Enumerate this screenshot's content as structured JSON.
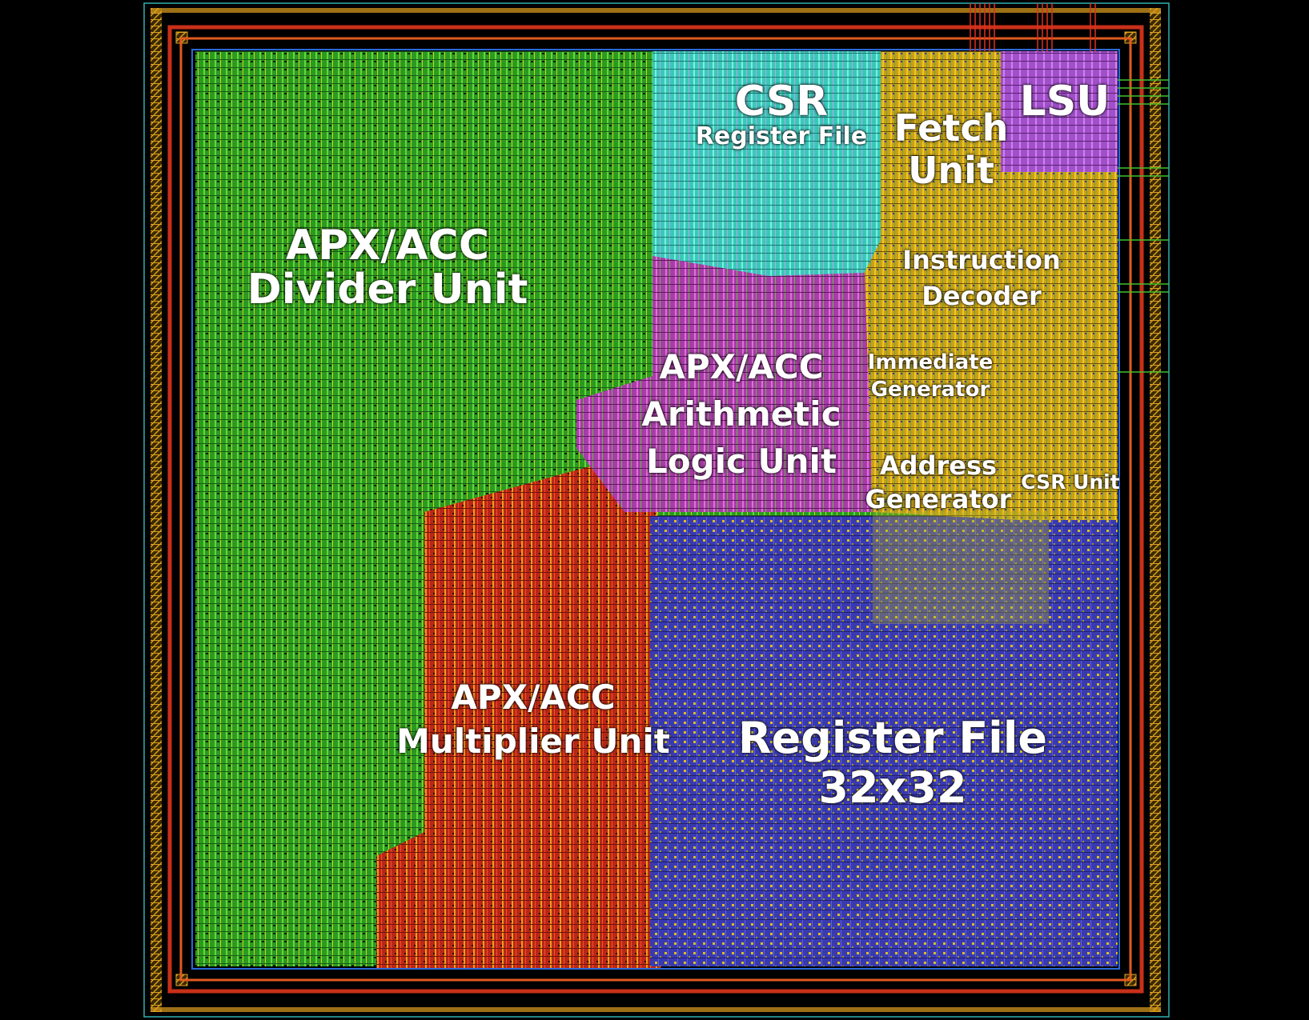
{
  "colors": {
    "background": "#000000",
    "io_ring": "#e0a020",
    "power_ring": "#c83018",
    "divider_unit": "#3cbf2a",
    "multiplier_unit": "#c8321e",
    "register_file": "#3f3fb8",
    "alu": "#b040b0",
    "csr_register_file": "#3fd8c8",
    "fetch_decode": "#d8b018",
    "lsu": "#a850d0"
  },
  "blocks": {
    "divider": {
      "line1": "APX/ACC",
      "line2": "Divider Unit"
    },
    "multiplier": {
      "line1": "APX/ACC",
      "line2": "Multiplier Unit"
    },
    "register_file": {
      "line1": "Register File",
      "line2": "32x32"
    },
    "alu": {
      "line1": "APX/ACC",
      "line2": "Arithmetic",
      "line3": "Logic Unit"
    },
    "csr_register_file": {
      "line1": "CSR",
      "line2": "Register File"
    },
    "fetch_unit": {
      "line1": "Fetch",
      "line2": "Unit"
    },
    "lsu": {
      "line1": "LSU"
    },
    "instruction_decoder": {
      "line1": "Instruction",
      "line2": "Decoder"
    },
    "immediate_generator": {
      "line1": "Immediate",
      "line2": "Generator"
    },
    "address_generator": {
      "line1": "Address",
      "line2": "Generator"
    },
    "csr_unit": {
      "line1": "CSR Unit"
    }
  }
}
